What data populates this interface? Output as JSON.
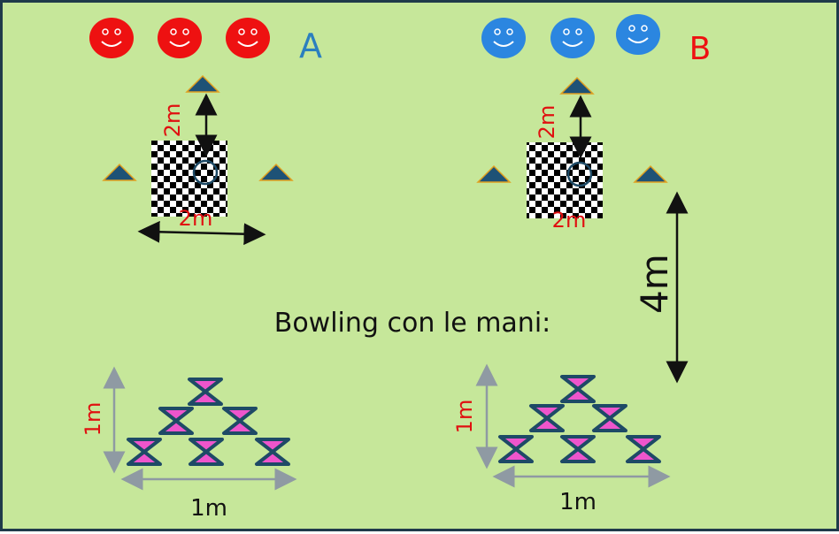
{
  "team_a": {
    "label": "A",
    "face_color": "#ee1111",
    "label_color": "#2b7fbf",
    "players": 3
  },
  "team_b": {
    "label": "B",
    "face_color": "#2b86e0",
    "label_color": "#ee1111",
    "players": 3
  },
  "dimensions": {
    "cone_distance": "2m",
    "square_width": "2m",
    "arrow_width": "2m",
    "lane_length": "4m",
    "pins_height": "1m",
    "pins_width": "1m"
  },
  "title": "Bowling con le mani:",
  "colors": {
    "field": "#c6e79a",
    "border": "#1f3a4a",
    "cone": "#1e5276",
    "dimension_text": "#e01010",
    "pin": "#ee55cc",
    "pin_outline": "#1e4a66",
    "gray_arrow": "#8f9aa3"
  },
  "icons": [
    "smiley-face-icon",
    "cone-icon",
    "checkered-square-icon",
    "hourglass-pin-icon"
  ]
}
